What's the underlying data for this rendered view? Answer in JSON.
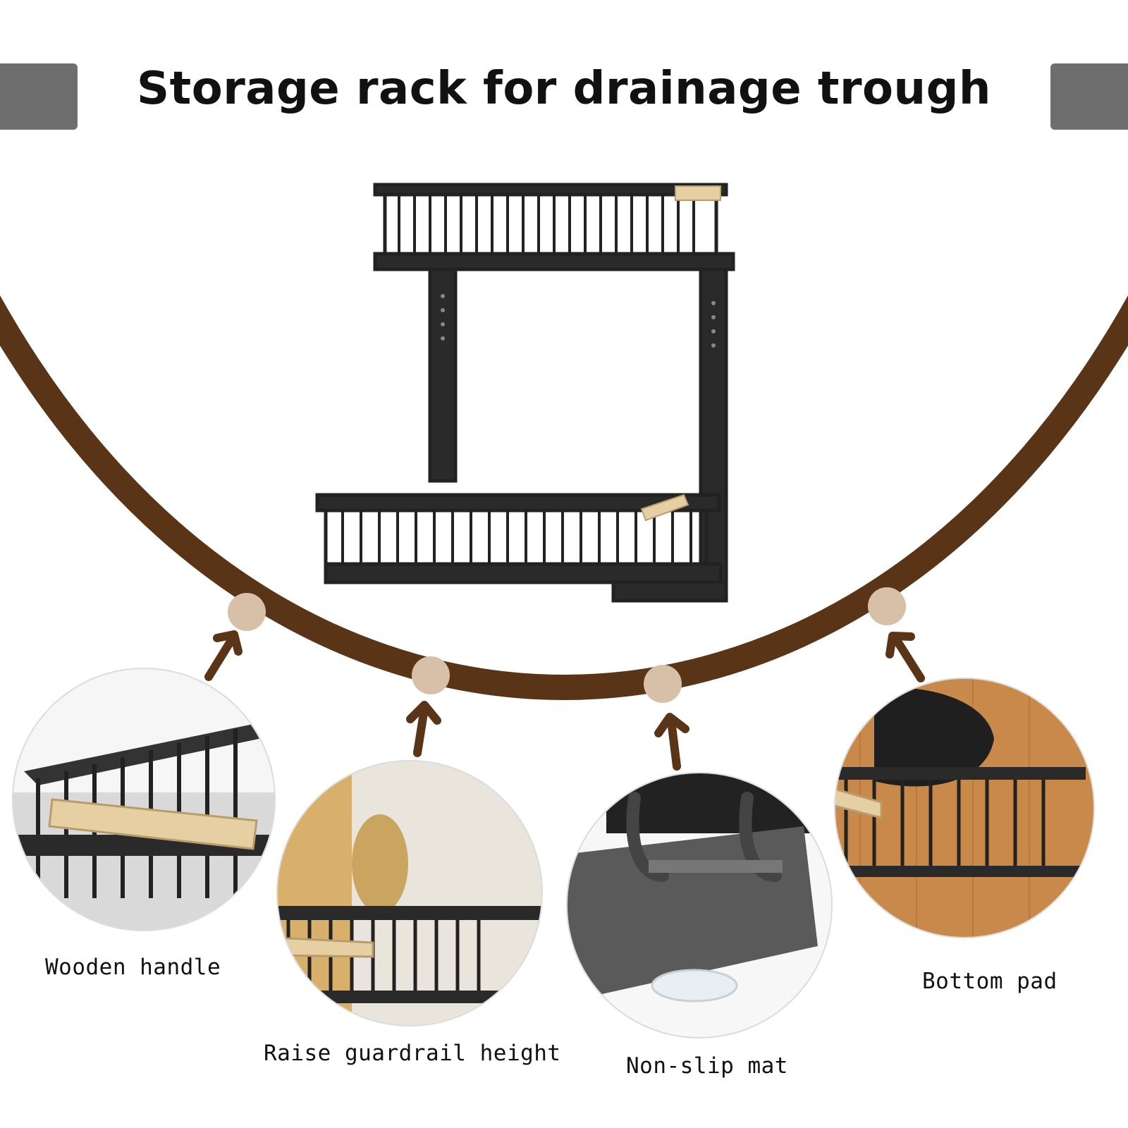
{
  "title": "Storage rack for drainage trough",
  "colors": {
    "arc": "#5a3417",
    "node": "#d8c0a8",
    "side_tab": "#6e6e6e",
    "rack_metal": "#222222",
    "wood": "#e6cfa3"
  },
  "features": [
    {
      "label": "Wooden handle",
      "icon": "wooden-handle-closeup"
    },
    {
      "label": "Raise guardrail height",
      "icon": "guardrail-basket-closeup"
    },
    {
      "label": "Non-slip mat",
      "icon": "suction-pad-closeup"
    },
    {
      "label": "Bottom pad",
      "icon": "bottom-pad-closeup"
    }
  ]
}
